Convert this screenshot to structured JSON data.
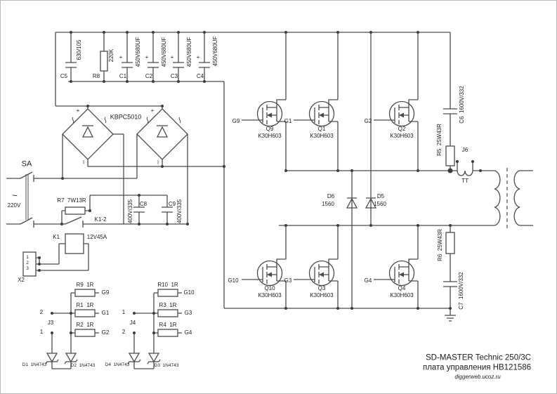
{
  "schematic": {
    "caps": {
      "c5": "C5",
      "c5_val": "630/105",
      "r8": "R8",
      "r8_val": "220K",
      "c1": "C1",
      "c2": "C2",
      "c3": "C3",
      "c4": "C4",
      "big_cap_val": "450V680UF",
      "plus": "+"
    },
    "bridge": {
      "part": "KBPC5010",
      "minus": "l"
    },
    "mains": {
      "switch": "SA",
      "ac": "~",
      "voltage": "220V"
    },
    "soft_start": {
      "r7": "R7  7W13R",
      "k1_contact": "K1-2",
      "c8": "C8",
      "c8_val": "400V/335",
      "c9": "C9",
      "c9_val": "400V/335"
    },
    "relay": {
      "k1": "K1",
      "k1_val": "12V45A",
      "x2": "X2",
      "pin1": "1",
      "pin2": "2",
      "pin3": "3"
    },
    "gate_driver": {
      "j3": "J3",
      "j4": "J4",
      "pin1": "1",
      "pin2": "2",
      "r9": "R9  1R",
      "r1": "R1  1R",
      "r2": "R2  1R",
      "r10": "R10  1R",
      "r3": "R3  1R",
      "r4": "R4  1R",
      "g9": "G9",
      "g1": "G1",
      "g2": "G2",
      "g10": "G10",
      "g3": "G3",
      "g4": "G4",
      "d1": "D1  1N4743",
      "d2": "D2  1N4743",
      "d3": "D3  1N4743",
      "d4": "D4  1N4743"
    },
    "mosfets": {
      "part": "K30H603",
      "q9": "Q9",
      "q1": "Q1",
      "q2": "Q2",
      "q10": "Q10",
      "q3": "Q3",
      "q4": "Q4"
    },
    "clamp_diodes": {
      "d6": "D6",
      "d5": "D5",
      "val": "1560"
    },
    "snubbers": {
      "r5": "R5  25W43R",
      "r6": "R6  25W43R",
      "c6": "C6  1600V/332",
      "c7": "C7  1600V/332"
    },
    "output": {
      "j6": "J6",
      "tt": "TT"
    }
  },
  "title_block": {
    "line1": "SD-MASTER Technic 250/3C",
    "line2": "плата управления HB121586",
    "line3": "diggerweb.ucoz.ru"
  }
}
